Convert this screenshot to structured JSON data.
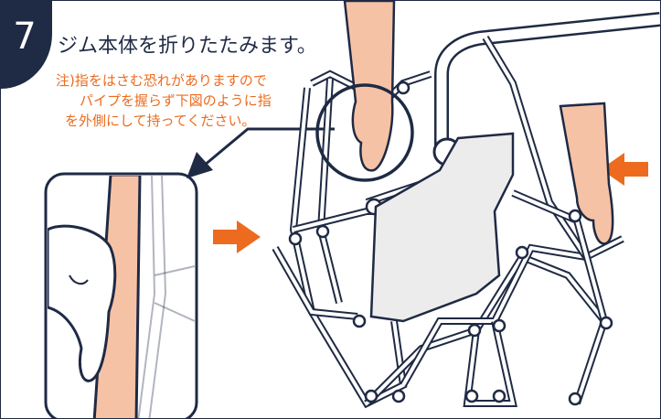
{
  "step": {
    "number": "7",
    "title": "ジム本体を折りたたみます。"
  },
  "note": {
    "line1": "注)指をはさむ恐れがありますので",
    "line2": "パイプを握らず下図のように指",
    "line3": "を外側にして持ってください。"
  },
  "colors": {
    "navy": "#1f2a44",
    "orange": "#ed6b1e",
    "skin": "#f6c2a6",
    "fabric": "#ececec"
  }
}
